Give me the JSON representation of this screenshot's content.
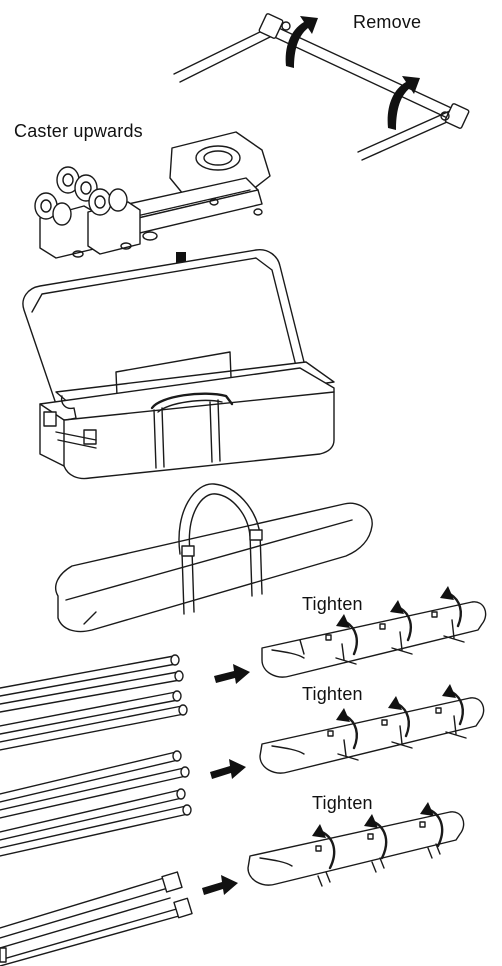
{
  "labels": {
    "remove": "Remove",
    "caster_upwards": "Caster upwards",
    "tighten_1": "Tighten",
    "tighten_2": "Tighten",
    "tighten_3": "Tighten"
  },
  "colors": {
    "line": "#1a1a1a",
    "arrow": "#111111",
    "background": "#ffffff"
  }
}
